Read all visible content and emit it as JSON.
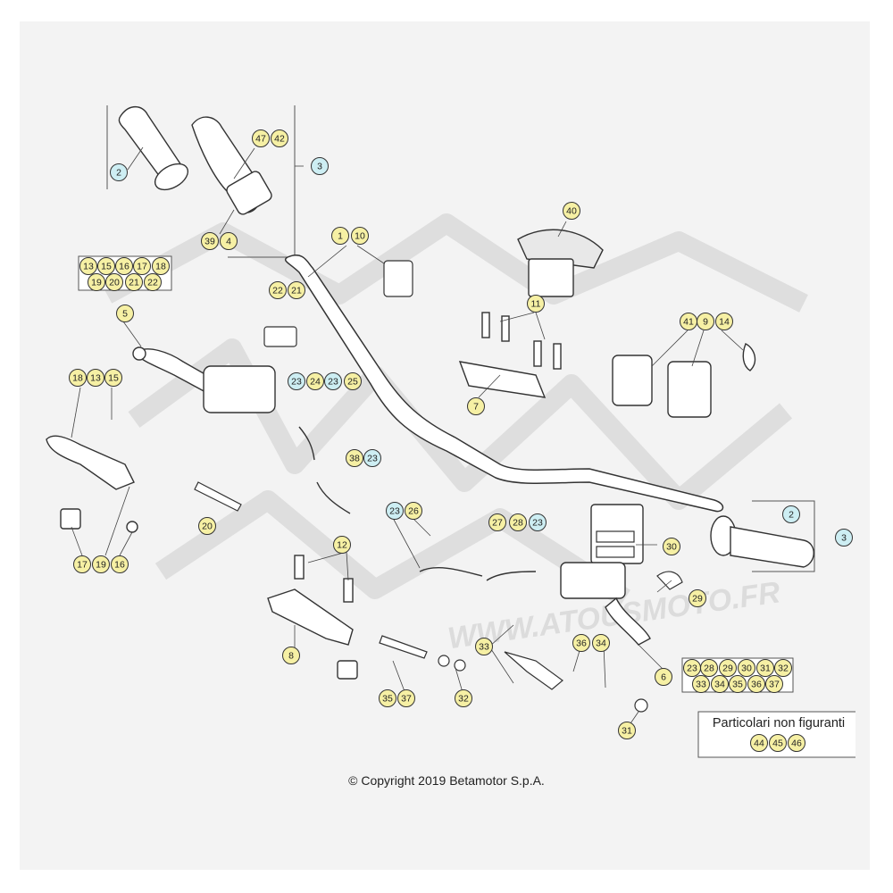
{
  "copyright": "© Copyright 2019 Betamotor S.p.A.",
  "watermark": "WWW.ATOUSMOTO.FR",
  "note": {
    "title": "Particolari non figuranti",
    "parts": [
      "44",
      "45",
      "46"
    ]
  },
  "colors": {
    "page": "#f3f3f3",
    "yellow": "#f6f0a4",
    "cyan": "#cdeef3",
    "line": "#333333",
    "watermark": "#dcdcdc"
  },
  "callouts": [
    {
      "n": "2",
      "c": "cyan"
    },
    {
      "n": "47",
      "c": "yellow"
    },
    {
      "n": "42",
      "c": "yellow"
    },
    {
      "n": "3",
      "c": "cyan"
    },
    {
      "n": "39",
      "c": "yellow"
    },
    {
      "n": "4",
      "c": "yellow"
    },
    {
      "n": "1",
      "c": "yellow"
    },
    {
      "n": "10",
      "c": "yellow"
    },
    {
      "n": "40",
      "c": "yellow"
    },
    {
      "n": "13",
      "c": "yellow"
    },
    {
      "n": "15",
      "c": "yellow"
    },
    {
      "n": "16",
      "c": "yellow"
    },
    {
      "n": "17",
      "c": "yellow"
    },
    {
      "n": "18",
      "c": "yellow"
    },
    {
      "n": "19",
      "c": "yellow"
    },
    {
      "n": "20",
      "c": "yellow"
    },
    {
      "n": "21",
      "c": "yellow"
    },
    {
      "n": "22",
      "c": "yellow"
    },
    {
      "n": "5",
      "c": "yellow"
    },
    {
      "n": "22",
      "c": "yellow"
    },
    {
      "n": "21",
      "c": "yellow"
    },
    {
      "n": "11",
      "c": "yellow"
    },
    {
      "n": "41",
      "c": "yellow"
    },
    {
      "n": "9",
      "c": "yellow"
    },
    {
      "n": "14",
      "c": "yellow"
    },
    {
      "n": "18",
      "c": "yellow"
    },
    {
      "n": "13",
      "c": "yellow"
    },
    {
      "n": "15",
      "c": "yellow"
    },
    {
      "n": "23",
      "c": "cyan"
    },
    {
      "n": "24",
      "c": "yellow"
    },
    {
      "n": "23",
      "c": "cyan"
    },
    {
      "n": "25",
      "c": "yellow"
    },
    {
      "n": "7",
      "c": "yellow"
    },
    {
      "n": "38",
      "c": "yellow"
    },
    {
      "n": "23",
      "c": "cyan"
    },
    {
      "n": "20",
      "c": "yellow"
    },
    {
      "n": "23",
      "c": "cyan"
    },
    {
      "n": "26",
      "c": "yellow"
    },
    {
      "n": "27",
      "c": "yellow"
    },
    {
      "n": "28",
      "c": "yellow"
    },
    {
      "n": "23",
      "c": "cyan"
    },
    {
      "n": "2",
      "c": "cyan"
    },
    {
      "n": "3",
      "c": "cyan"
    },
    {
      "n": "30",
      "c": "yellow"
    },
    {
      "n": "12",
      "c": "yellow"
    },
    {
      "n": "17",
      "c": "yellow"
    },
    {
      "n": "19",
      "c": "yellow"
    },
    {
      "n": "16",
      "c": "yellow"
    },
    {
      "n": "29",
      "c": "yellow"
    },
    {
      "n": "8",
      "c": "yellow"
    },
    {
      "n": "33",
      "c": "yellow"
    },
    {
      "n": "36",
      "c": "yellow"
    },
    {
      "n": "34",
      "c": "yellow"
    },
    {
      "n": "23",
      "c": "yellow"
    },
    {
      "n": "28",
      "c": "yellow"
    },
    {
      "n": "29",
      "c": "yellow"
    },
    {
      "n": "30",
      "c": "yellow"
    },
    {
      "n": "31",
      "c": "yellow"
    },
    {
      "n": "32",
      "c": "yellow"
    },
    {
      "n": "33",
      "c": "yellow"
    },
    {
      "n": "34",
      "c": "yellow"
    },
    {
      "n": "35",
      "c": "yellow"
    },
    {
      "n": "36",
      "c": "yellow"
    },
    {
      "n": "37",
      "c": "yellow"
    },
    {
      "n": "6",
      "c": "yellow"
    },
    {
      "n": "35",
      "c": "yellow"
    },
    {
      "n": "37",
      "c": "yellow"
    },
    {
      "n": "32",
      "c": "yellow"
    },
    {
      "n": "31",
      "c": "yellow"
    }
  ]
}
